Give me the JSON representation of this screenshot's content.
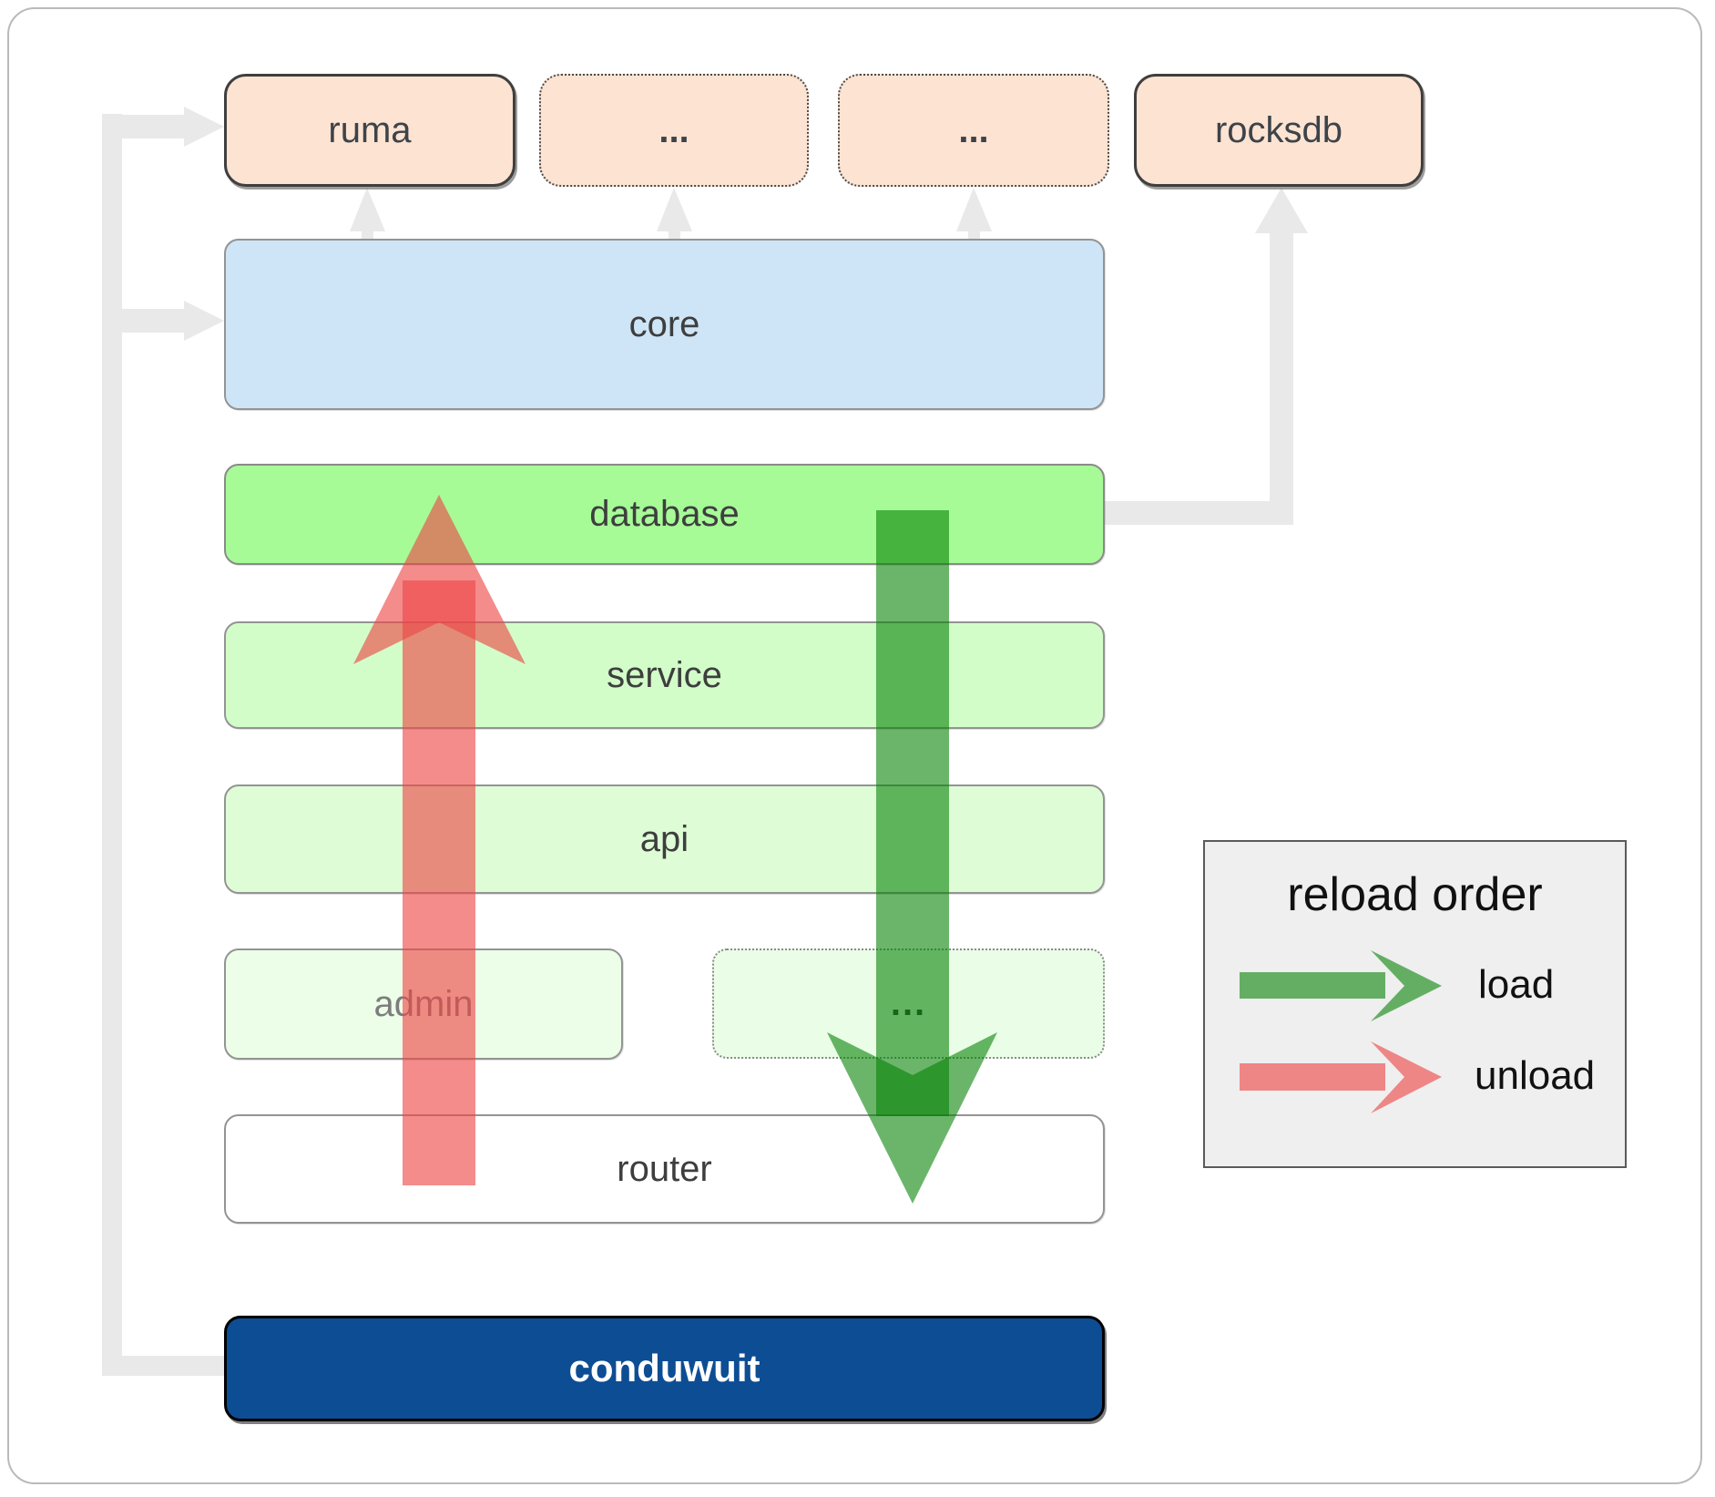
{
  "nodes": {
    "ruma": "ruma",
    "dep_ellipsis_1": "...",
    "dep_ellipsis_2": "...",
    "rocksdb": "rocksdb",
    "core": "core",
    "database": "database",
    "service": "service",
    "api": "api",
    "admin": "admin",
    "service_ellipsis": "...",
    "router": "router",
    "conduwuit": "conduwuit"
  },
  "legend": {
    "title": "reload order",
    "items": [
      {
        "label": "load"
      },
      {
        "label": "unload"
      }
    ]
  },
  "colors": {
    "dependency_fill": "#fce3d2",
    "core_fill": "#cee5f7",
    "database_fill": "#a6fb97",
    "service_fill": "#d2fdc9",
    "api_fill": "#defdd6",
    "admin_fill": "#ecfde8",
    "ellipsis_fill": "#eafde6",
    "router_fill": "#ffffff",
    "conduwuit_fill": "#0d4d94",
    "node_border": "#949494",
    "dark_border": "#3f3f3f",
    "frame_border": "#bababa",
    "label_color": "#3e3e3e",
    "faded_label": "#7d7d7d",
    "connector": "#e9e9e9",
    "load_arrow": "#008000",
    "unload_arrow": "#ee4646",
    "legend_bg": "#efefef",
    "legend_border": "#5a5a5a"
  }
}
